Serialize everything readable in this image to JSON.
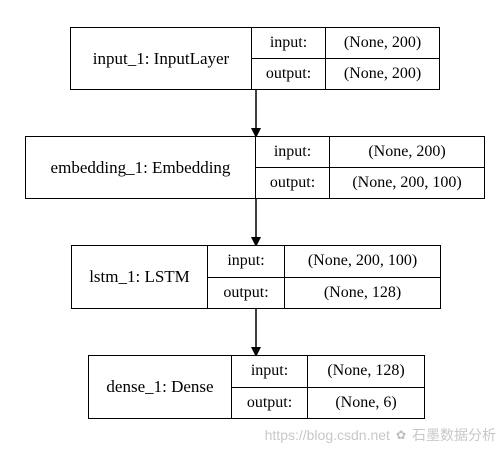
{
  "nodes": [
    {
      "title": "input_1: InputLayer",
      "input_label": "input:",
      "input_value": "(None, 200)",
      "output_label": "output:",
      "output_value": "(None, 200)"
    },
    {
      "title": "embedding_1: Embedding",
      "input_label": "input:",
      "input_value": "(None, 200)",
      "output_label": "output:",
      "output_value": "(None, 200, 100)"
    },
    {
      "title": "lstm_1: LSTM",
      "input_label": "input:",
      "input_value": "(None, 200, 100)",
      "output_label": "output:",
      "output_value": "(None, 128)"
    },
    {
      "title": "dense_1: Dense",
      "input_label": "input:",
      "input_value": "(None, 128)",
      "output_label": "output:",
      "output_value": "(None, 6)"
    }
  ],
  "watermark": {
    "url_text": "https://blog.csdn.net",
    "brand_text": "石墨数据分析"
  }
}
